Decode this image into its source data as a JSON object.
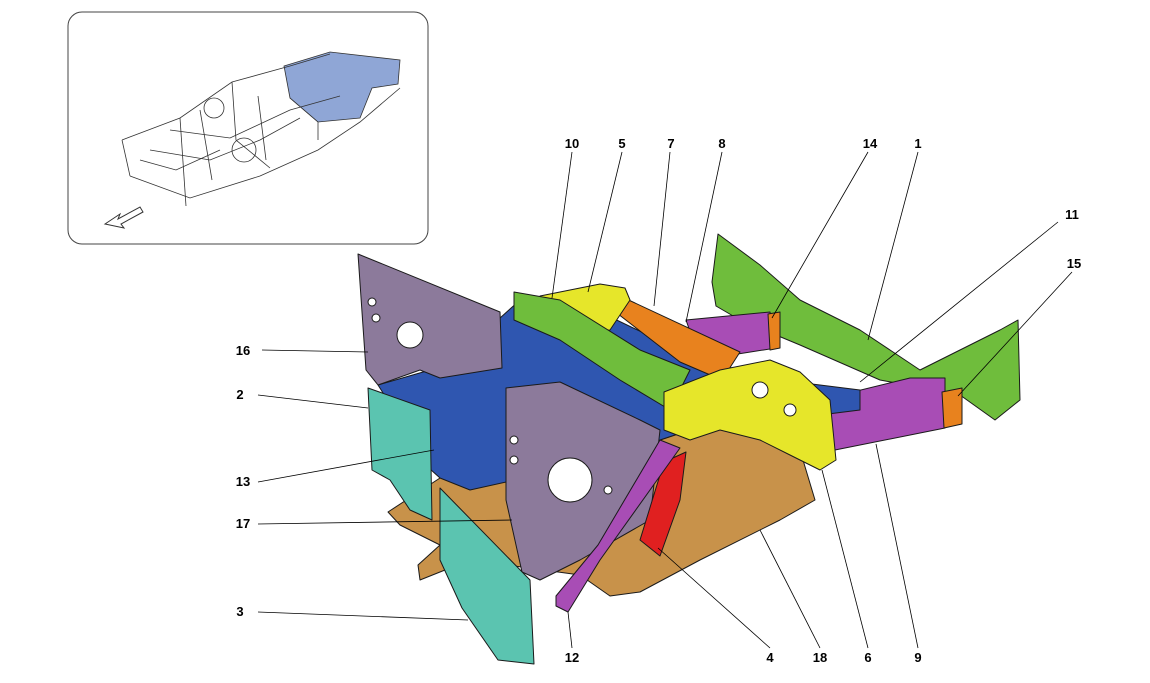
{
  "diagram": {
    "callouts": [
      {
        "id": "1",
        "label": "1"
      },
      {
        "id": "2",
        "label": "2"
      },
      {
        "id": "3",
        "label": "3"
      },
      {
        "id": "4",
        "label": "4"
      },
      {
        "id": "5",
        "label": "5"
      },
      {
        "id": "6",
        "label": "6"
      },
      {
        "id": "7",
        "label": "7"
      },
      {
        "id": "8",
        "label": "8"
      },
      {
        "id": "9",
        "label": "9"
      },
      {
        "id": "10",
        "label": "10"
      },
      {
        "id": "11",
        "label": "11"
      },
      {
        "id": "12",
        "label": "12"
      },
      {
        "id": "13",
        "label": "13"
      },
      {
        "id": "14",
        "label": "14"
      },
      {
        "id": "15",
        "label": "15"
      },
      {
        "id": "16",
        "label": "16"
      },
      {
        "id": "17",
        "label": "17"
      },
      {
        "id": "18",
        "label": "18"
      }
    ],
    "part_colors": {
      "green": "#6fbd3c",
      "purple": "#a84db5",
      "orange": "#e8821e",
      "yellow": "#e6e62a",
      "blue": "#2f56b0",
      "mauve": "#8c7a9b",
      "teal": "#5bc4b0",
      "tan": "#c8924a",
      "red": "#e02020",
      "inset_blue": "#8fa6d6"
    },
    "inset": {
      "direction_icon": "arrow-icon"
    }
  }
}
